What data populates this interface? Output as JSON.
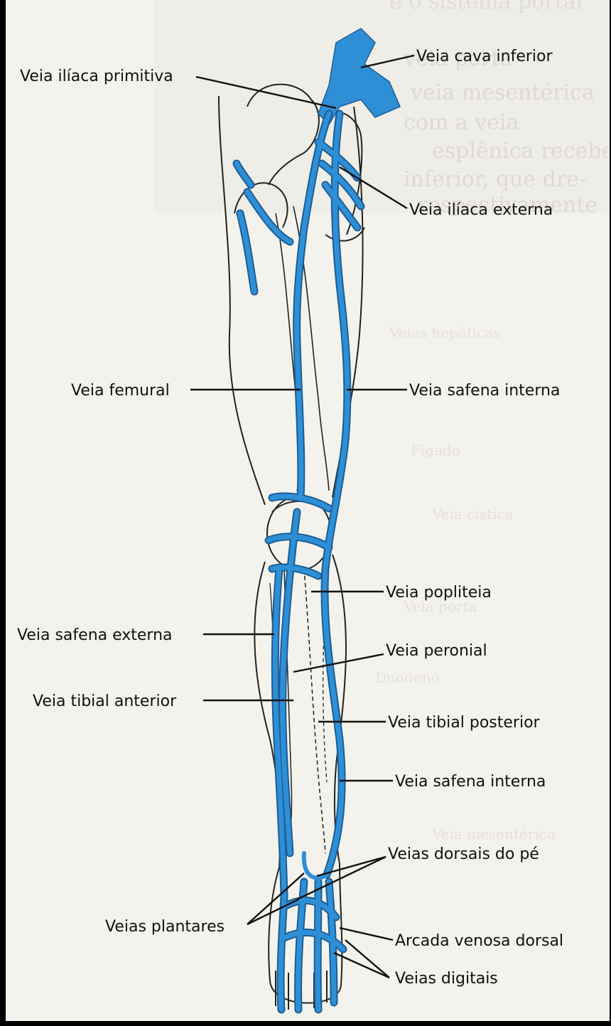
{
  "colors": {
    "vein": "#2f8fd6",
    "vein_dark": "#1b5e96",
    "outline": "#222222",
    "paper": "#f4f2ec",
    "ghost_text": "#cdcac2"
  },
  "labels": {
    "veia_cava_inferior": "Veia cava inferior",
    "veia_iliaca_primitiva": "Veia ilíaca primitiva",
    "veia_iliaca_externa": "Veia ilíaca externa",
    "veia_femural": "Veia femural",
    "veia_safena_interna_upper": "Veia safena interna",
    "veia_popliteia": "Veia popliteia",
    "veia_safena_externa": "Veia safena externa",
    "veia_peronial": "Veia peronial",
    "veia_tibial_anterior": "Veia tibial anterior",
    "veia_tibial_posterior": "Veia tibial posterior",
    "veia_safena_interna_lower": "Veia safena interna",
    "veias_dorsais_do_pe": "Veias dorsais do pé",
    "veias_plantares": "Veias plantares",
    "arcada_venosa_dorsal": "Arcada venosa dorsal",
    "veias_digitais": "Veias digitais"
  }
}
